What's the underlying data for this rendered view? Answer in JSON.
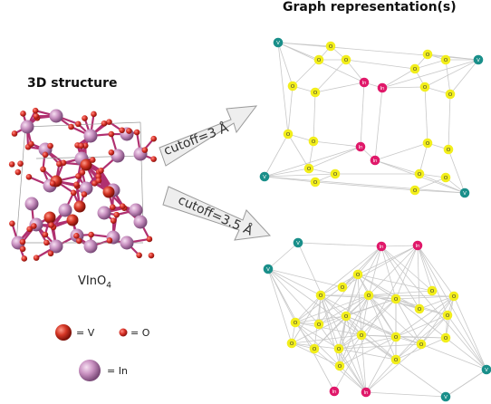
{
  "titles": {
    "structure": "3D structure",
    "graph": "Graph representation(s)"
  },
  "formula": {
    "prefix": "VInO",
    "subscript": "4"
  },
  "arrows": {
    "upper_label": "cutoff=3 Å",
    "lower_label": "cutoff=3.5 Å"
  },
  "legend": {
    "v_label": "= V",
    "o_label": "= O",
    "in_label": "= In"
  },
  "node_labels": {
    "v": "V",
    "o": "O",
    "in": "In"
  },
  "colors": {
    "v_node": "#1a8f8a",
    "o_node": "#f2ee1c",
    "in_node": "#e0196a",
    "edge": "#c8c8c8",
    "arrow_fill": "#eeeeee",
    "arrow_stroke": "#9a9a9a",
    "in_atom": "#c78fbe",
    "o_atom": "#d93a2e",
    "v_atom": "#c8261c",
    "bond": "#b03070"
  }
}
